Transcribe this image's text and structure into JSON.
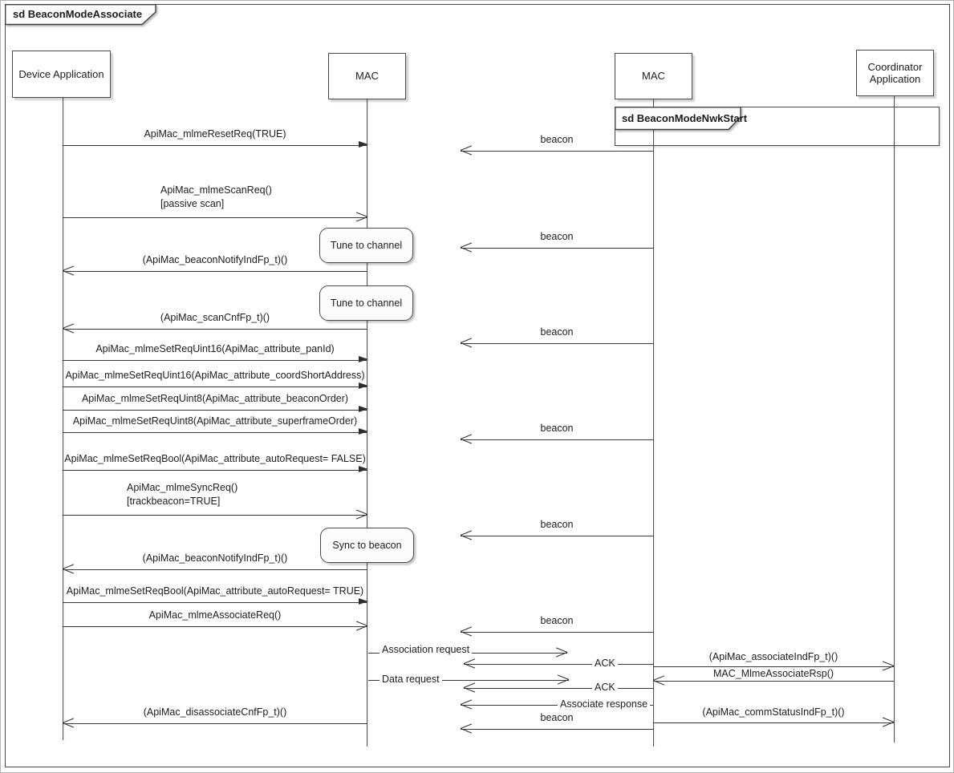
{
  "frame": {
    "title": "sd BeaconModeAssociate"
  },
  "nested_frame": {
    "title": "sd BeaconModeNwkStart"
  },
  "lifelines": [
    {
      "name": "Device Application"
    },
    {
      "name": "MAC"
    },
    {
      "name": "MAC"
    },
    {
      "name": "Coordinator Application"
    }
  ],
  "notes": [
    {
      "text": "Tune to channel"
    },
    {
      "text": "Tune to channel"
    },
    {
      "text": "Sync to beacon"
    }
  ],
  "messages": [
    {
      "label": "ApiMac_mlmeResetReq(TRUE)"
    },
    {
      "label": "beacon"
    },
    {
      "label": "ApiMac_mlmeScanReq()",
      "guard": "[passive scan]"
    },
    {
      "label": "(ApiMac_beaconNotifyIndFp_t)()"
    },
    {
      "label": "beacon"
    },
    {
      "label": "(ApiMac_scanCnfFp_t)()"
    },
    {
      "label": "beacon"
    },
    {
      "label": "ApiMac_mlmeSetReqUint16(ApiMac_attribute_panId)"
    },
    {
      "label": "ApiMac_mlmeSetReqUint16(ApiMac_attribute_coordShortAddress)"
    },
    {
      "label": "ApiMac_mlmeSetReqUint8(ApiMac_attribute_beaconOrder)"
    },
    {
      "label": "ApiMac_mlmeSetReqUint8(ApiMac_attribute_superframeOrder)"
    },
    {
      "label": "beacon"
    },
    {
      "label": "ApiMac_mlmeSetReqBool(ApiMac_attribute_autoRequest= FALSE)"
    },
    {
      "label": "ApiMac_mlmeSyncReq()",
      "guard": "[trackbeacon=TRUE]"
    },
    {
      "label": "beacon"
    },
    {
      "label": "(ApiMac_beaconNotifyIndFp_t)()"
    },
    {
      "label": "ApiMac_mlmeSetReqBool(ApiMac_attribute_autoRequest= TRUE)"
    },
    {
      "label": "ApiMac_mlmeAssociateReq()"
    },
    {
      "label": "beacon"
    },
    {
      "label": "Association request"
    },
    {
      "label": "ACK"
    },
    {
      "label": "(ApiMac_associateIndFp_t)()"
    },
    {
      "label": "Data request"
    },
    {
      "label": "MAC_MlmeAssociateRsp()"
    },
    {
      "label": "ACK"
    },
    {
      "label": "Associate response"
    },
    {
      "label": "(ApiMac_commStatusIndFp_t)()"
    },
    {
      "label": "beacon"
    },
    {
      "label": "(ApiMac_disassociateCnfFp_t)()"
    }
  ],
  "colors": {
    "line": "#3a3a3a",
    "text": "#1c1c1c",
    "box_fill": "#ffffff",
    "note_fill": "#fcfcfc",
    "border": "#4a4a4a"
  }
}
